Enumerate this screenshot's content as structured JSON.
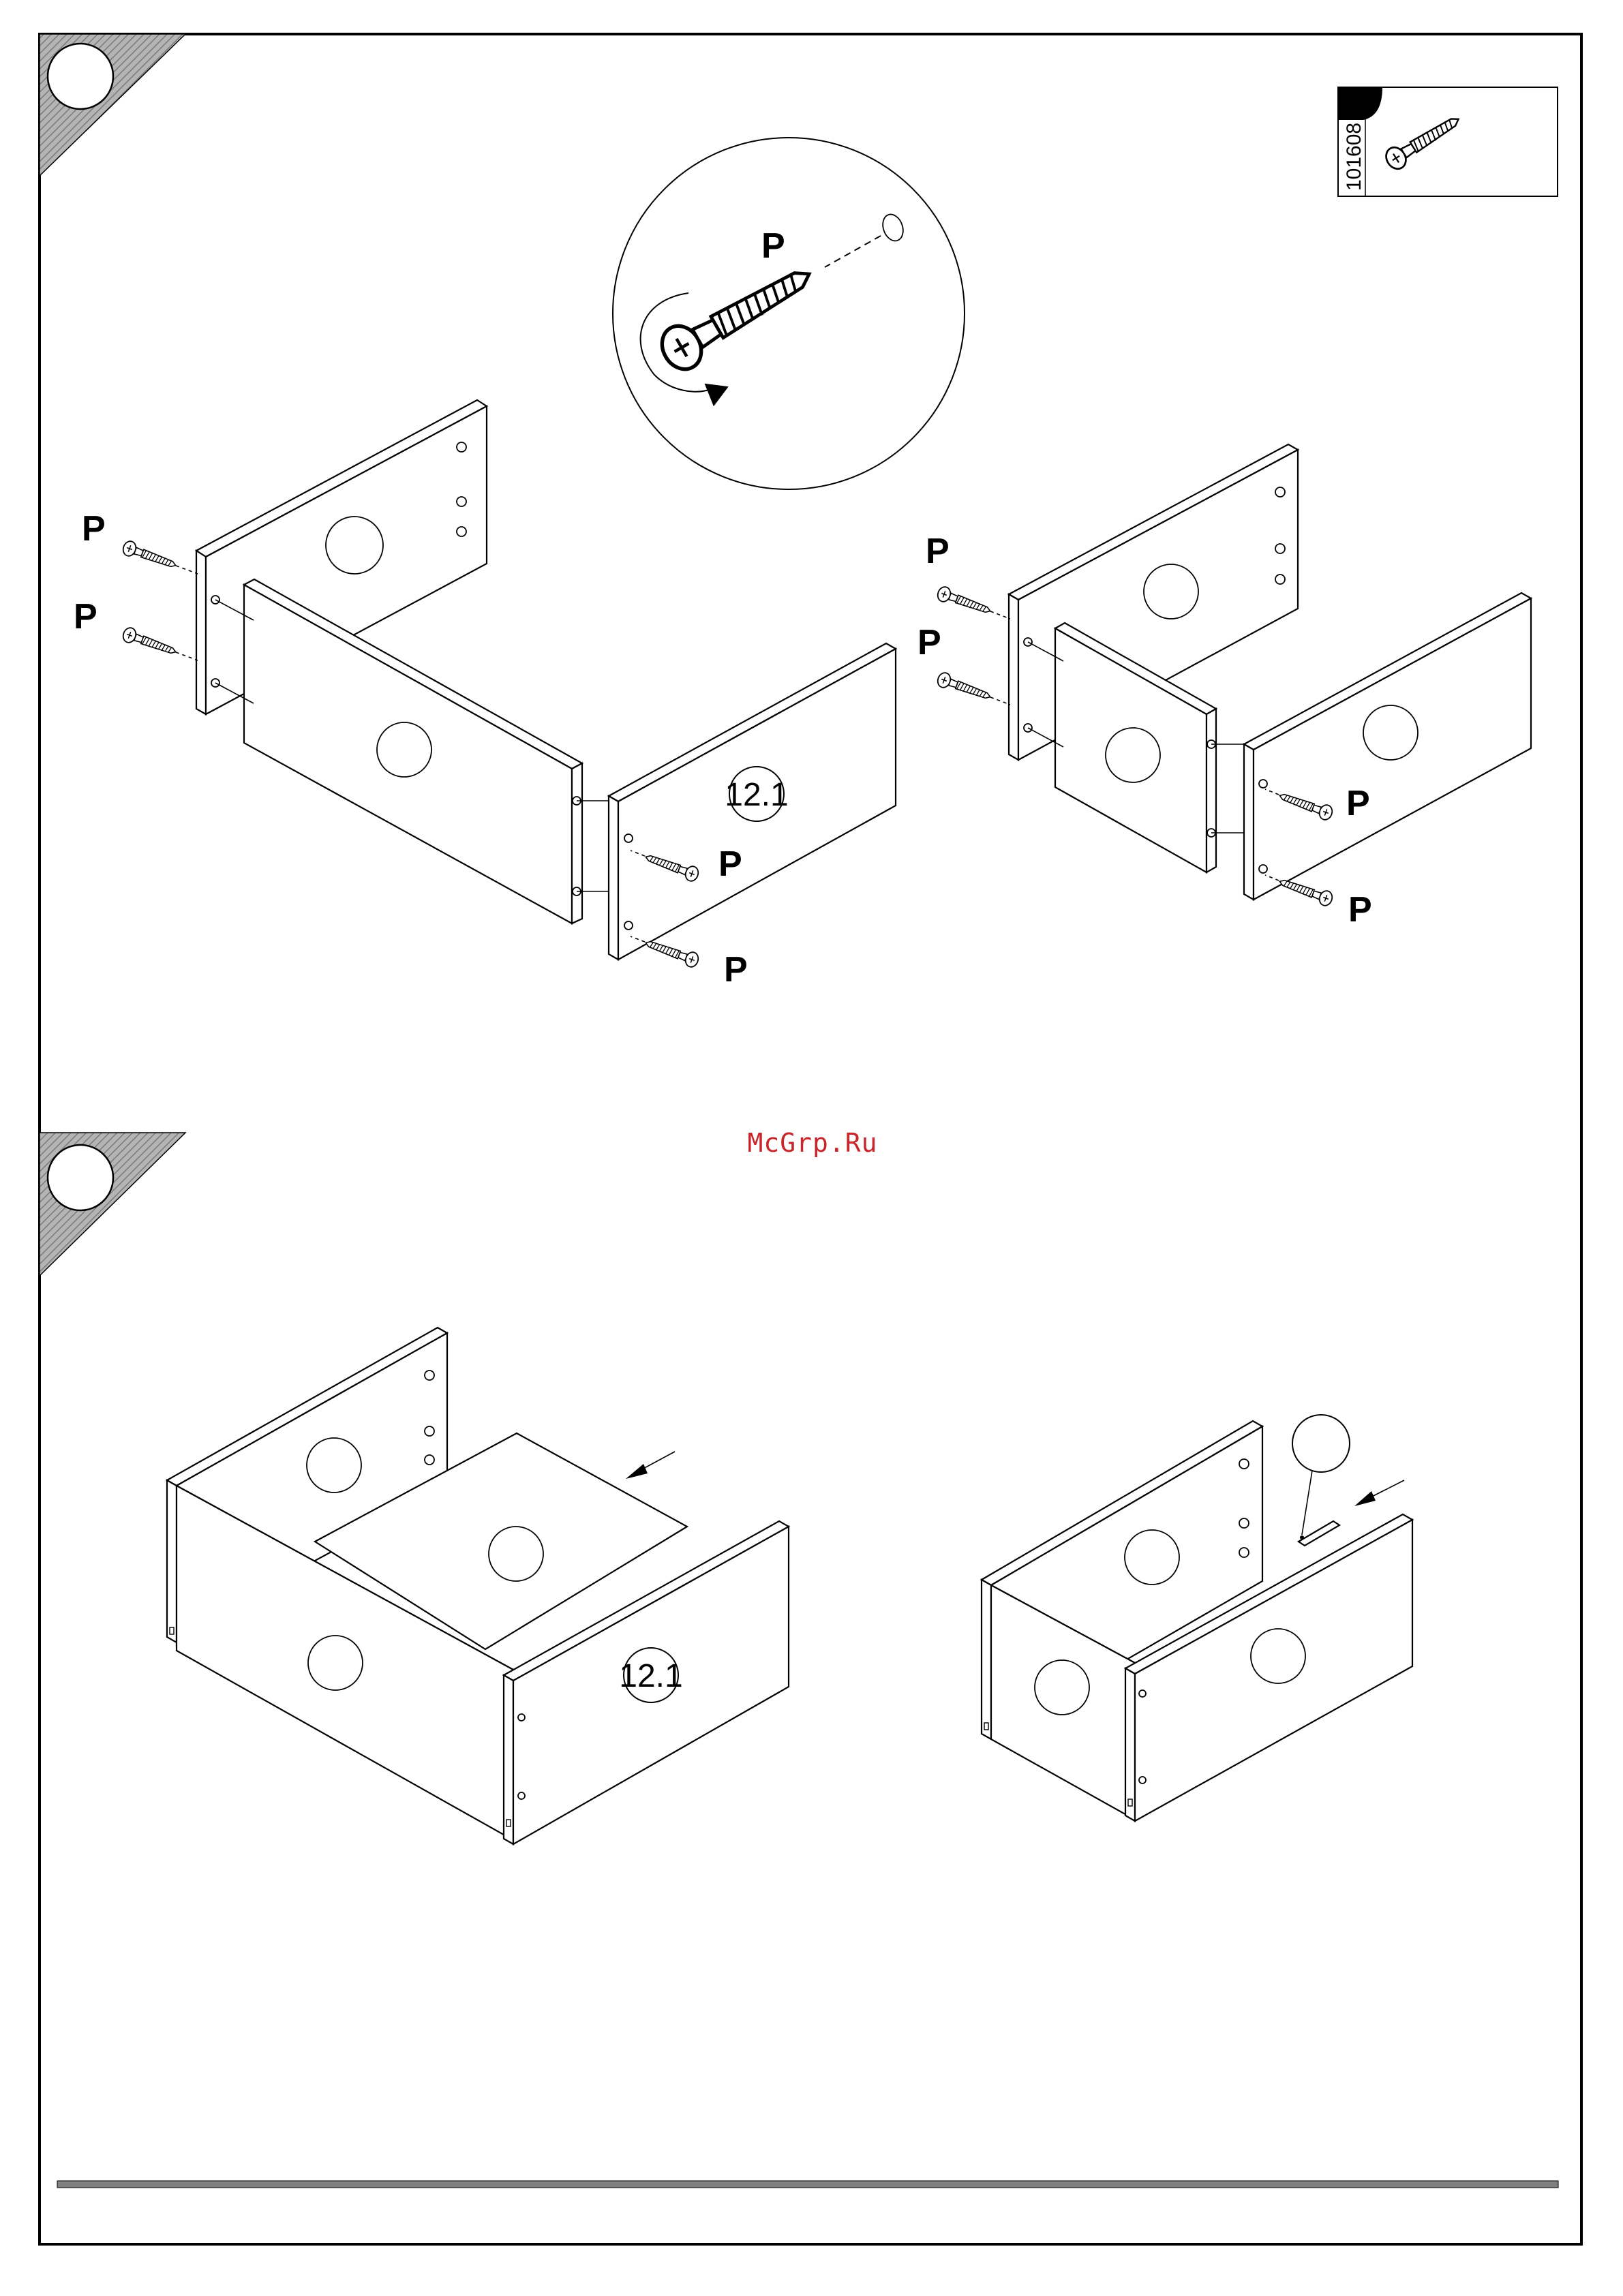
{
  "hardware": {
    "code": "101608",
    "part_letter": "P"
  },
  "labels": {
    "P": "P",
    "panel_number": "12.1"
  },
  "watermark": "McGrp.Ru",
  "colors": {
    "ink": "#000000",
    "step_banner": "#9a9a9a",
    "footer_bar": "#808080",
    "watermark": "#c8262b"
  },
  "icons": [
    "step-badge-icon",
    "screw-icon",
    "rotation-arrow-icon",
    "insert-arrow-icon"
  ]
}
